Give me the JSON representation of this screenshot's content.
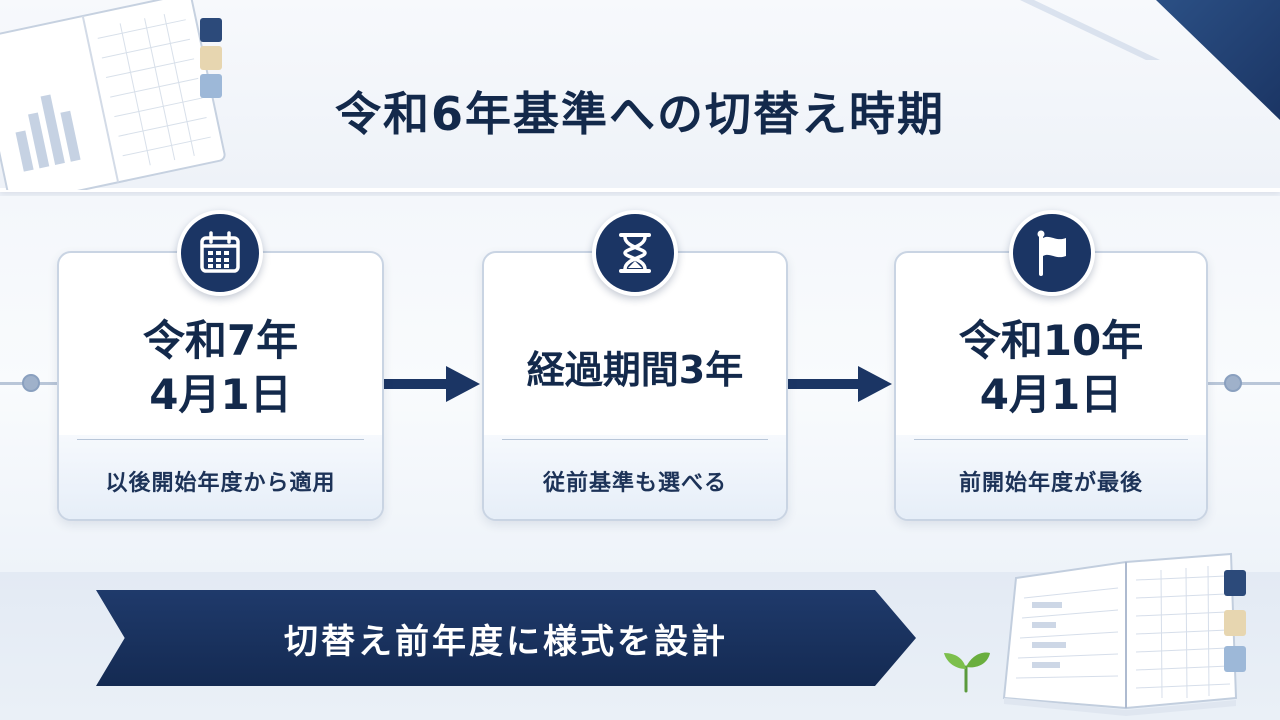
{
  "title": "令和6年基準への切替え時期",
  "cards": [
    {
      "main_line1": "令和7年",
      "main_line2": "4月1日",
      "sub": "以後開始年度から適用",
      "icon": "calendar-icon"
    },
    {
      "main_line1": "経過期間3年",
      "sub": "従前基準も選べる",
      "icon": "hourglass-icon"
    },
    {
      "main_line1": "令和10年",
      "main_line2": "4月1日",
      "sub": "前開始年度が最後",
      "icon": "flag-icon"
    }
  ],
  "banner": {
    "text": "切替え前年度に様式を設計"
  },
  "colors": {
    "navy": "#1b3564",
    "title": "#13294b",
    "card_border": "#c9d4e3",
    "line": "#b9c6d8"
  }
}
